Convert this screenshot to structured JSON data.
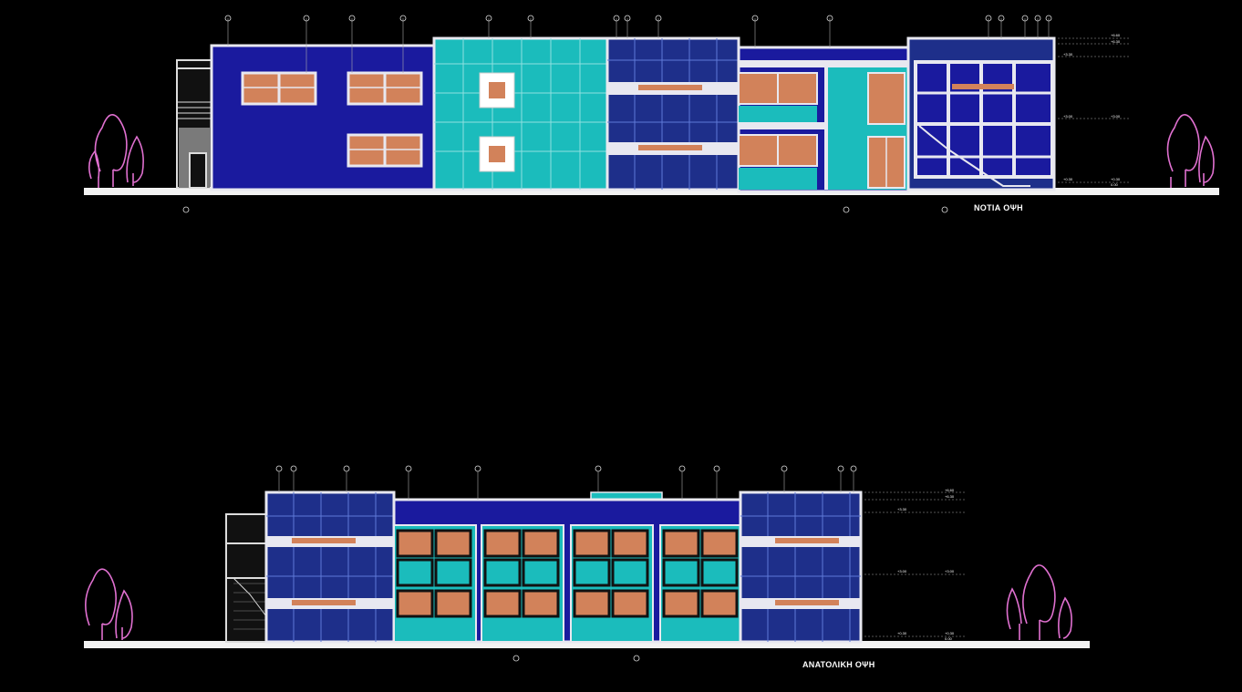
{
  "colors": {
    "background": "#000000",
    "dark_blue": "#1a1a9e",
    "navy_panel": "#1e2f8a",
    "cyan": "#1bbcbc",
    "teal_panel": "#2a9fb0",
    "window_orange": "#d2825a",
    "frame_white": "#e8e8f0",
    "tree_pink": "#e070d0",
    "ground": "#f2f2f2"
  },
  "elevations": [
    {
      "title": "ΝΟΤΙΑ ΟΨΗ"
    },
    {
      "title": "ΑΝΑΤΟΛΙΚΗ ΟΨΗ"
    }
  ],
  "level_marks": {
    "top": "+6.60",
    "upper": "+6.30",
    "roof": "+3.30",
    "mid": "+3.00",
    "floor": "+0.30",
    "ground": "0.00"
  }
}
